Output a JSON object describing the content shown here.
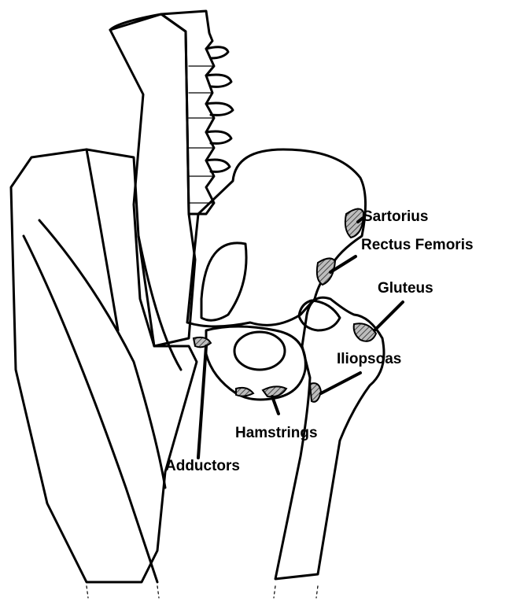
{
  "labels": {
    "sartorius": "Sartorius",
    "rectus_femoris": "Rectus Femoris",
    "gluteus": "Gluteus",
    "iliopsoas": "Iliopsoas",
    "hamstrings": "Hamstrings",
    "adductors": "Adductors"
  },
  "colors": {
    "ink": "#000000",
    "background": "#ffffff",
    "attachment_hatch": "#555555"
  }
}
